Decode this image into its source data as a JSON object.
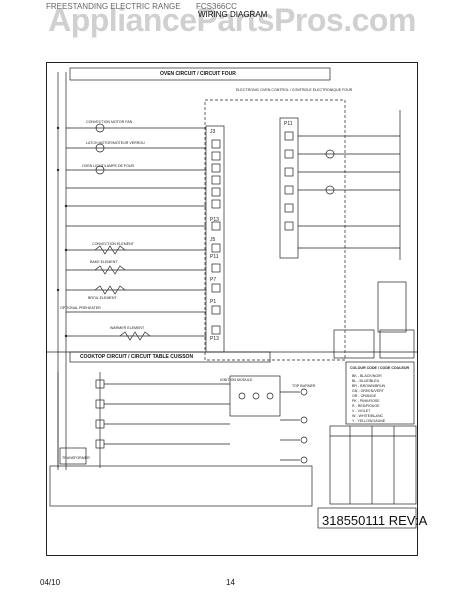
{
  "watermark": "AppliancePartsPros.com",
  "header": {
    "brand": "FREESTANDING ELECTRIC RANGE",
    "model": "FCS366CC",
    "title": "WIRING DIAGRAM"
  },
  "diagram": {
    "oven_circuit": "OVEN CIRCUIT / CIRCUIT FOUR",
    "cooktop_circuit": "COOKTOP CIRCUIT / CIRCUIT TABLE CUISSON",
    "control_note": "ELECTRONIC OVEN CONTROL / CONTROLE ELECTRONIQUE FOUR",
    "connectors": [
      "J3",
      "P11",
      "P13",
      "J5",
      "P11",
      "P7",
      "P1",
      "P13"
    ],
    "components": [
      "CONVECTION MOTOR FAN",
      "LATCH MOTOR/MOTEUR VERROU",
      "OVEN LIGHT/LAMPE DE FOUR",
      "CONVECTION ELEMENT",
      "BAKE ELEMENT",
      "BROIL ELEMENT",
      "OPTIONAL PREHEATER",
      "WARMER ELEMENT",
      "IGNITION MODULE",
      "TOP BURNER",
      "TRANSFORMER"
    ],
    "color_table_title": "COLOUR CODE / CODE COULEUR",
    "color_codes": [
      "BK - BLACK/NOIR",
      "BL - BLUE/BLEU",
      "BR - BROWN/BRUN",
      "GN - GREEN/VERT",
      "OR - ORANGE",
      "PK - PINK/ROSE",
      "R - RED/ROUGE",
      "V - VIOLET",
      "W - WHITE/BLANC",
      "Y - YELLOW/JAUNE"
    ],
    "part_number": "318550111 REV:A"
  },
  "footer": {
    "date": "04/10",
    "page": "14"
  }
}
